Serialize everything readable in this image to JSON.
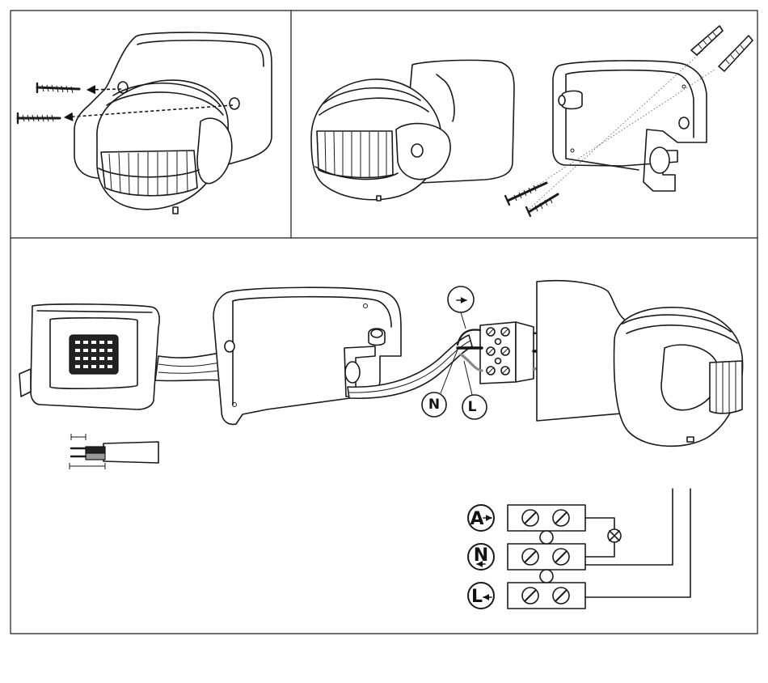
{
  "terminal_labels": {
    "a": "A",
    "n": "N",
    "l": "L"
  },
  "colors": {
    "line": "#1a1a1a",
    "background": "#ffffff",
    "wire_grey": "#9a9a9a"
  }
}
